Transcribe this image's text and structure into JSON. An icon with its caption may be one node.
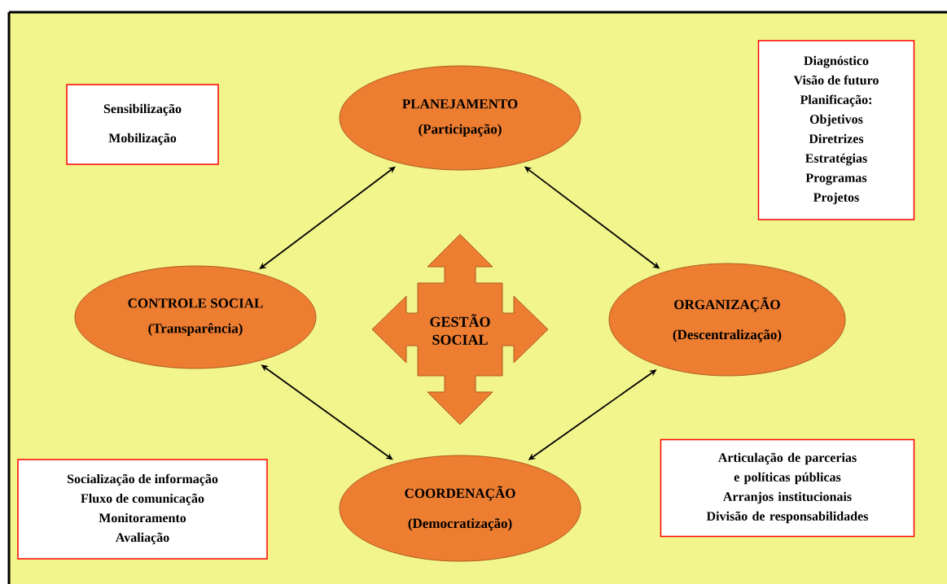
{
  "diagram": {
    "nodes": [
      {
        "text": [
          "Sensibilização",
          "Mobilização"
        ]
      },
      {
        "text": [
          "PLANEJAMENTO",
          "(Participação)"
        ]
      },
      {
        "text": [
          "Diagnóstico",
          "Visão de futuro",
          "Planificação:",
          "Objetivos",
          "Diretrizes",
          "Estratégias",
          "Programas",
          "Projetos"
        ]
      },
      {
        "text": [
          "CONTROLE SOCIAL",
          "(Transparência)"
        ]
      },
      {
        "text": [
          "GESTÃO SOCIAL"
        ]
      },
      {
        "text": [
          "ORGANIZAÇÃO",
          "(Descentralização)"
        ]
      },
      {
        "text": [
          "Socialização de informação",
          "Fluxo de comunicação",
          "Monitoramento",
          "Avaliação"
        ]
      },
      {
        "text": [
          "COORDENAÇÃO",
          "(Democratização)"
        ]
      },
      {
        "text": [
          "Articulação de parcerias e políticas públicas",
          "Arranjos institucionais",
          "Divisão de responsabilidades"
        ]
      }
    ],
    "edges": [
      {
        "from": 3,
        "to": 1,
        "arrow": "both"
      },
      {
        "from": 1,
        "to": 5,
        "arrow": "both"
      },
      {
        "from": 3,
        "to": 7,
        "arrow": "both"
      },
      {
        "from": 7,
        "to": 5,
        "arrow": "both"
      }
    ]
  }
}
